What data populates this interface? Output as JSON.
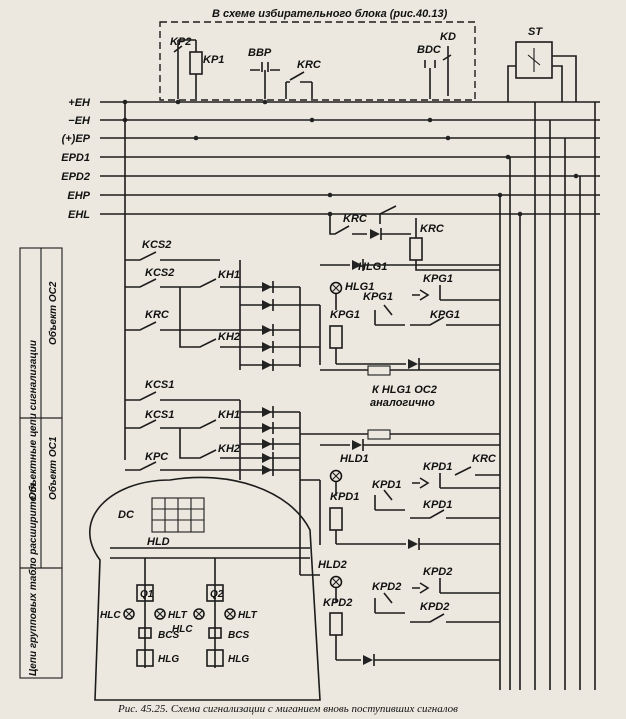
{
  "header": {
    "selector_block_note": "В схеме избирательного блока (рис.40.13)"
  },
  "buses": [
    "+ЕН",
    "−ЕН",
    "(+)ЕР",
    "EPD1",
    "EPD2",
    "ЕНР",
    "EHL"
  ],
  "top_relays": {
    "kp2": "KP2",
    "kp1": "KP1",
    "bbp": "BBP",
    "krc": "KRC",
    "bdc": "BDC",
    "kd": "KD",
    "st": "ST"
  },
  "side_labels": {
    "objective_circuits": "Объектные цепи сигнализации",
    "object_oc2": "Объект ОС2",
    "object_oc1": "Объект ОС1",
    "group_panel": "Цепи групповых табло расширителя"
  },
  "left_contacts": {
    "kcs2_a": "KCS2",
    "kcs2_b": "KCS2",
    "krc_b": "KRC",
    "kcs1_a": "KCS1",
    "kcs1_b": "KCS1",
    "kpc": "KPC",
    "kh1_a": "KH1",
    "kh2_a": "KH2",
    "kh1_b": "KH1",
    "kh2_b": "KH2"
  },
  "krc_branch": {
    "krc_left": "KRC",
    "krc_right": "KRC"
  },
  "group1": {
    "hlg1": "HLG1",
    "hlg1_lamp": "HLG1",
    "kpg1_a": "KPG1",
    "kpg1_b": "KPG1",
    "kpg1_c": "KPG1",
    "kpg1_coil": "KPG1"
  },
  "oc2_note": {
    "line1": "К HLG1 ОС2",
    "line2": "аналогично"
  },
  "group_d1": {
    "hld1": "HLD1",
    "kpd1_a": "KPD1",
    "kpd1_b": "KPD1",
    "kpd1_c": "KPD1",
    "kpd1_coil": "KPD1",
    "krc": "KRC"
  },
  "group_d2": {
    "hld2": "HLD2",
    "kpd2_a": "KPD2",
    "kpd2_b": "KPD2",
    "kpd2_c": "KPD2",
    "kpd2_coil": "KPD2"
  },
  "panel": {
    "dc": "DC",
    "hld": "HLD",
    "q1": "Q1",
    "q2": "Q2",
    "hlc_a": "HLC",
    "hlt_a": "HLT",
    "hlc_b": "HLC",
    "hlt_b": "HLT",
    "bcs_a": "BCS",
    "bcs_b": "BCS",
    "hlg_a": "HLG",
    "hlg_b": "HLG"
  },
  "caption": "Рис. 45.25. Схема сигнализации с миганием вновь поступивших сигналов"
}
